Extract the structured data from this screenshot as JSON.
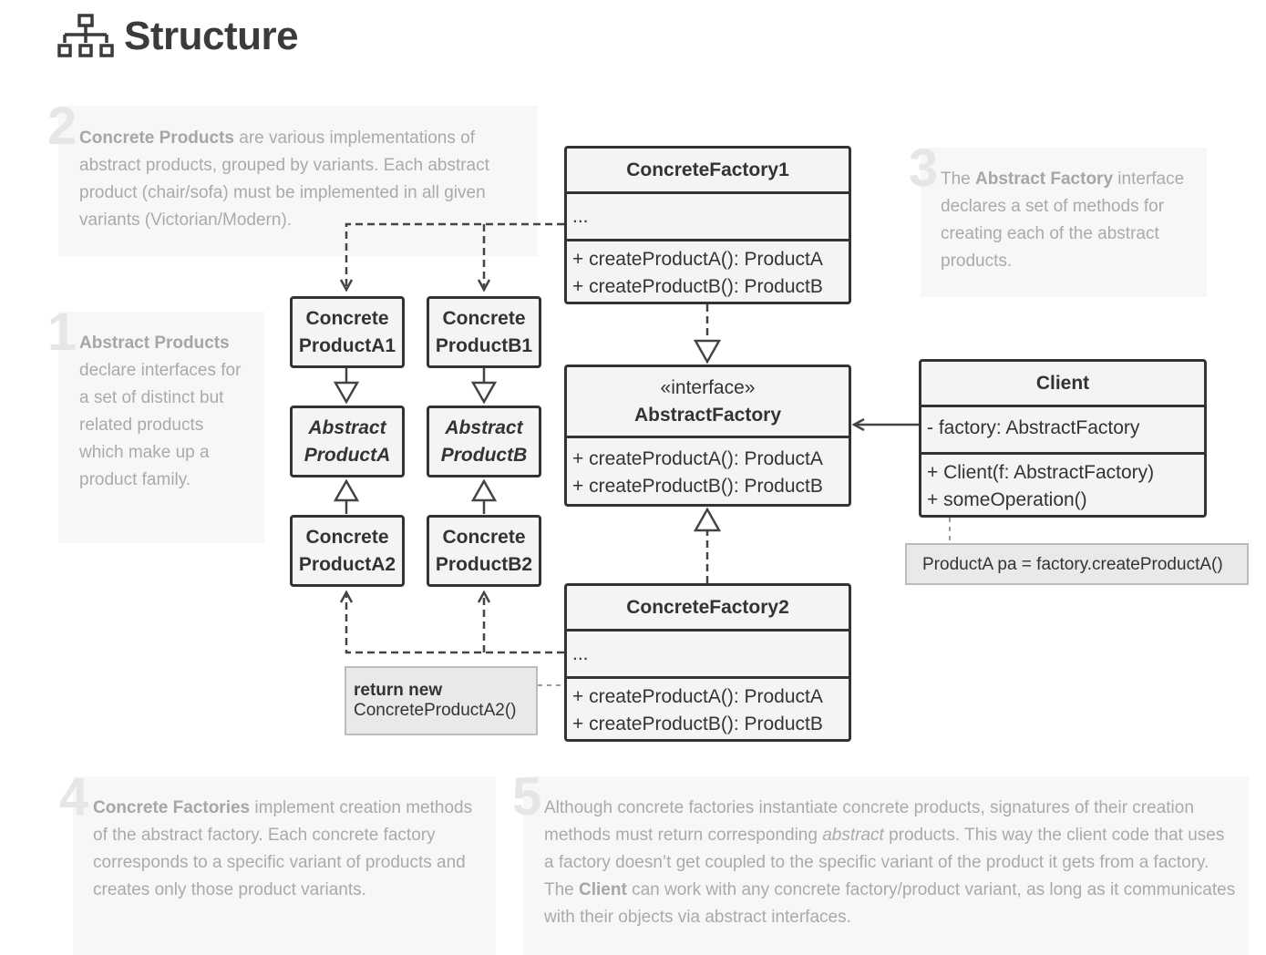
{
  "header": {
    "title": "Structure",
    "icon": "structure-icon"
  },
  "notes": {
    "n1": {
      "num": "1",
      "bold": "Abstract Products",
      "text": " declare interfaces for a set of distinct but related products which make up a product family."
    },
    "n2": {
      "num": "2",
      "bold": "Concrete Products",
      "text": " are various implementations of abstract products, grouped by variants. Each abstract product (chair/sofa) must be implemented in all given variants (Victorian/Modern)."
    },
    "n3": {
      "num": "3",
      "pre": "The ",
      "bold": "Abstract Factory",
      "text": " interface declares a set of methods for creating each of the abstract products."
    },
    "n4": {
      "num": "4",
      "bold": "Concrete Factories",
      "text": " implement creation methods of the abstract factory. Each concrete factory corresponds to a specific variant of products and creates only those product variants."
    },
    "n5": {
      "num": "5",
      "t1": "Although concrete factories instantiate concrete products, signatures of their creation methods must return corresponding ",
      "italic": "abstract",
      "t2": " products. This way the client code that uses a factory doesn’t get coupled to the specific variant of the product it gets from a factory. The ",
      "bold": "Client",
      "t3": " can work with any concrete factory/product variant, as long as it communicates with their objects via abstract interfaces."
    }
  },
  "classes": {
    "cf1": {
      "name": "ConcreteFactory1",
      "fields": "...",
      "m1": "+ createProductA(): ProductA",
      "m2": "+ createProductB(): ProductB"
    },
    "af": {
      "stereotype": "«interface»",
      "name": "AbstractFactory",
      "m1": "+ createProductA(): ProductA",
      "m2": "+ createProductB(): ProductB"
    },
    "cf2": {
      "name": "ConcreteFactory2",
      "fields": "...",
      "m1": "+ createProductA(): ProductA",
      "m2": "+ createProductB(): ProductB"
    },
    "client": {
      "name": "Client",
      "field": "- factory: AbstractFactory",
      "m1": "+ Client(f: AbstractFactory)",
      "m2": "+ someOperation()"
    },
    "cpa1": {
      "l1": "Concrete",
      "l2": "ProductA1"
    },
    "cpb1": {
      "l1": "Concrete",
      "l2": "ProductB1"
    },
    "apa": {
      "l1": "Abstract",
      "l2": "ProductA"
    },
    "apb": {
      "l1": "Abstract",
      "l2": "ProductB"
    },
    "cpa2": {
      "l1": "Concrete",
      "l2": "ProductA2"
    },
    "cpb2": {
      "l1": "Concrete",
      "l2": "ProductB2"
    }
  },
  "code_notes": {
    "client_note": "ProductA pa = factory.createProductA()",
    "factory_note_bold": "return new",
    "factory_note_text": "ConcreteProductA2()"
  }
}
